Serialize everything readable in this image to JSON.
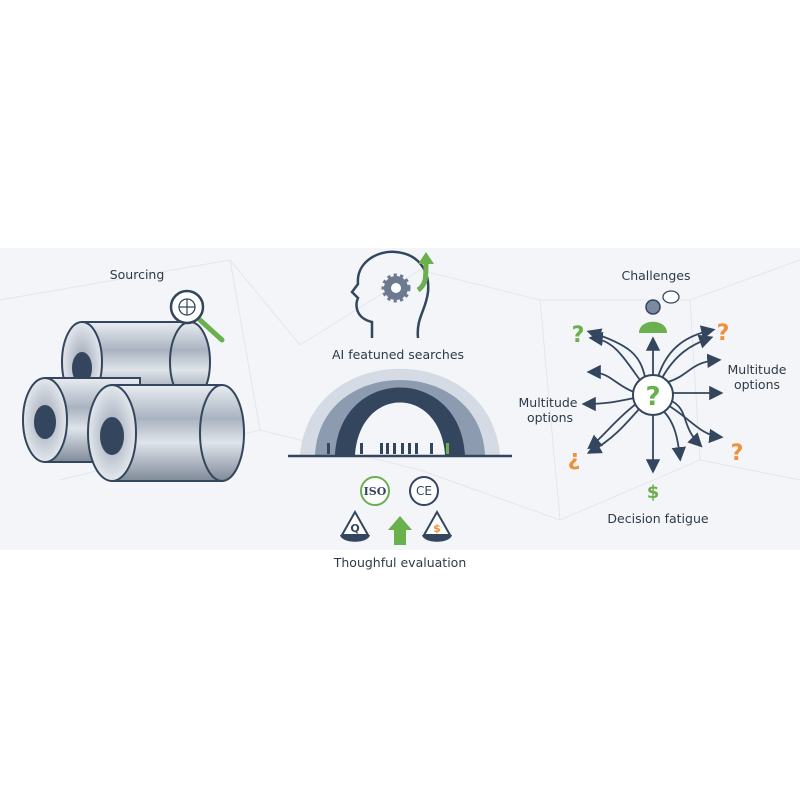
{
  "sourcing": {
    "title": "Sourcing"
  },
  "ai": {
    "title": "AI featuned searches",
    "iso_badge": "ISO",
    "ce_badge": "CE",
    "quality_symbol": "Q",
    "price_symbol": "$",
    "caption": "Thoughful evaluation"
  },
  "challenges": {
    "title": "Challenges",
    "center_symbol": "?",
    "options_right": [
      "Multitude",
      "options"
    ],
    "options_left": [
      "Multitude",
      "options"
    ],
    "caption": "Decision fatigue",
    "dollar": "$",
    "question": "?",
    "inverted_question": "¿"
  },
  "colors": {
    "navy": "#34465e",
    "steel": "#7c8aa0",
    "green": "#6ab04c",
    "orange": "#f0913a",
    "band": "#f3f5f8"
  }
}
